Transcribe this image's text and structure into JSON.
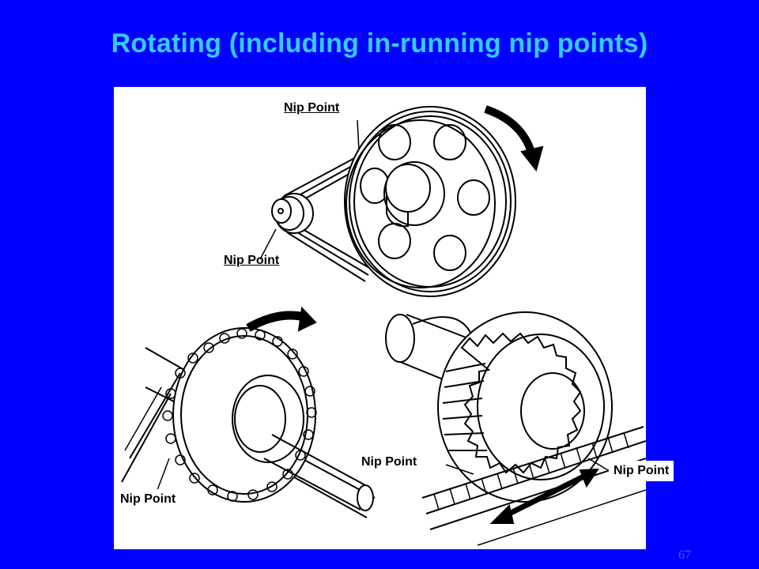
{
  "slide": {
    "title": "Rotating (including in-running nip points)",
    "page_number": "67"
  },
  "labels": {
    "pulley_top": "Nip Point",
    "pulley_bottom": "Nip Point",
    "sprocket": "Nip Point",
    "gear_left": "Nip Point",
    "gear_right": "Nip Point"
  },
  "colors": {
    "background": "#0000ff",
    "title": "#33ccff",
    "panel": "#ffffff",
    "line_art": "#000000",
    "page_number": "#4a5aff"
  }
}
